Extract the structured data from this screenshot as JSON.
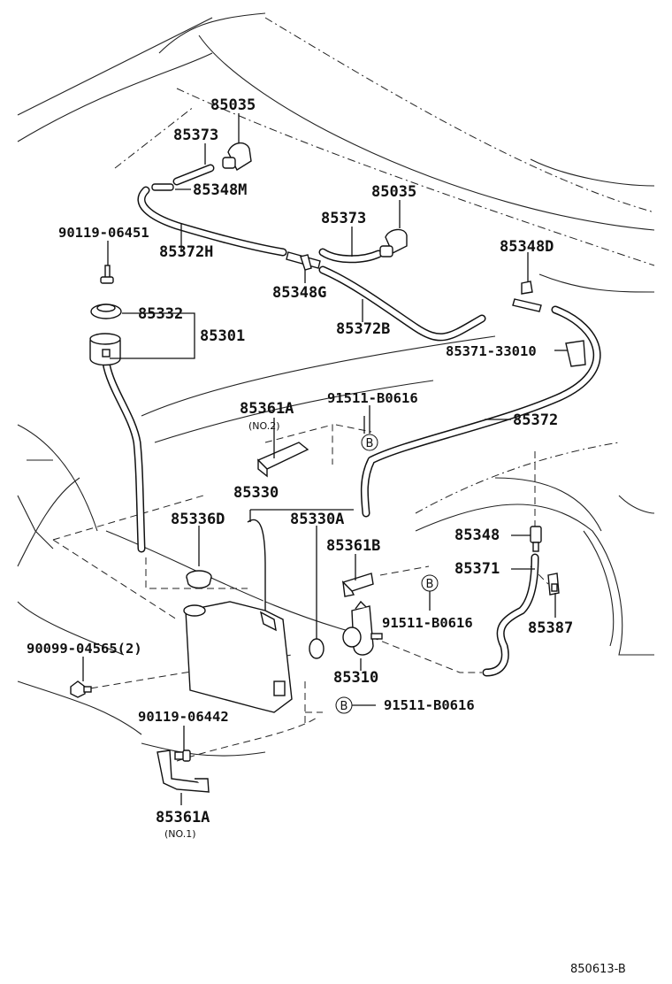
{
  "diagram_code": "850613-B",
  "circle_marker": "B",
  "labels": {
    "p85035_top": "85035",
    "p85373_top": "85373",
    "p85348M": "85348M",
    "p90119_06451": "90119-06451",
    "p85372H": "85372H",
    "p85035_mid": "85035",
    "p85373_mid": "85373",
    "p85348D": "85348D",
    "p85348G": "85348G",
    "p85332": "85332",
    "p85301": "85301",
    "p85372B": "85372B",
    "p85371_33010": "85371-33010",
    "p91511_a": "91511-B0616",
    "p85361A_top": "85361A",
    "p85361A_top_note": "(NO.2)",
    "p85372": "85372",
    "p85330": "85330",
    "p85336D": "85336D",
    "p85330A": "85330A",
    "p85361B": "85361B",
    "p85348": "85348",
    "p85371": "85371",
    "p91511_b": "91511-B0616",
    "p85387": "85387",
    "p90099_04565": "90099-04565(2)",
    "p85310": "85310",
    "p91511_c": "91511-B0616",
    "p90119_06442": "90119-06442",
    "p85361A_bottom": "85361A",
    "p85361A_bottom_note": "(NO.1)"
  }
}
